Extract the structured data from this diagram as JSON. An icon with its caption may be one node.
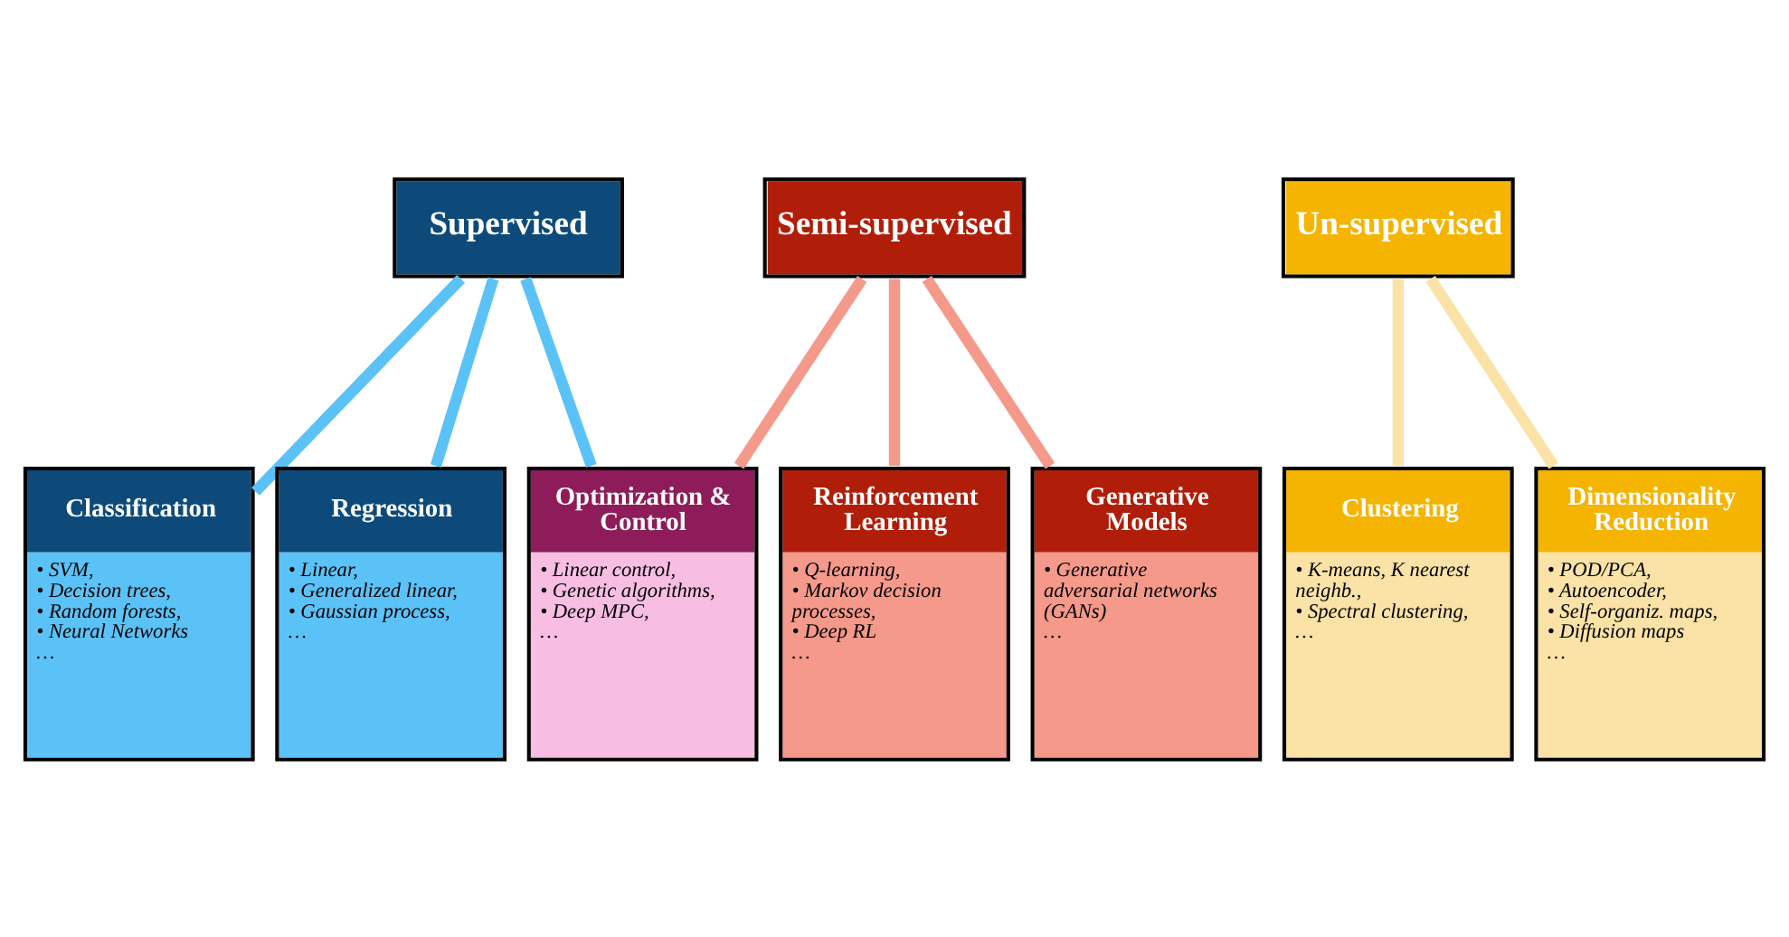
{
  "diagram": {
    "nodes": [
      {
        "text": [
          "Supervised"
        ]
      },
      {
        "text": [
          "Semi-supervised"
        ]
      },
      {
        "text": [
          "Un-supervised"
        ]
      },
      {
        "text": [
          "Classification",
          "• SVM,",
          "• Decision trees,",
          "• Random forests,",
          "• Neural Networks",
          "…"
        ]
      },
      {
        "text": [
          "Regression",
          "• Linear,",
          "• Generalized linear,",
          "• Gaussian process,",
          "…"
        ]
      },
      {
        "text": [
          "Optimization & Control",
          "• Linear control,",
          "• Genetic algorithms,",
          "• Deep MPC,",
          "…"
        ]
      },
      {
        "text": [
          "Reinforcement Learning",
          "• Q-learning,",
          "• Markov decision processes,",
          "• Deep RL",
          "…"
        ]
      },
      {
        "text": [
          "Generative Models",
          "• Generative adversarial networks (GANs)",
          "…"
        ]
      },
      {
        "text": [
          "Clustering",
          "• K-means, K nearest neighb.,",
          "• Spectral clustering,",
          "…"
        ]
      },
      {
        "text": [
          "Dimensionality Reduction",
          "• POD/PCA,",
          "• Autoencoder,",
          "• Self-organiz. maps,",
          "• Diffusion maps",
          "…"
        ]
      }
    ],
    "edges": [
      {
        "from": 0,
        "to": 3,
        "arrow": "none",
        "color": "#5bc2f7"
      },
      {
        "from": 0,
        "to": 4,
        "arrow": "none",
        "color": "#5bc2f7"
      },
      {
        "from": 0,
        "to": 5,
        "arrow": "none",
        "color": "#5bc2f7"
      },
      {
        "from": 1,
        "to": 5,
        "arrow": "none",
        "color": "#f5998a"
      },
      {
        "from": 1,
        "to": 6,
        "arrow": "none",
        "color": "#f5998a"
      },
      {
        "from": 1,
        "to": 7,
        "arrow": "none",
        "color": "#f5998a"
      },
      {
        "from": 2,
        "to": 8,
        "arrow": "none",
        "color": "#fbe2a6"
      },
      {
        "from": 2,
        "to": 9,
        "arrow": "none",
        "color": "#fbe2a6"
      }
    ]
  }
}
